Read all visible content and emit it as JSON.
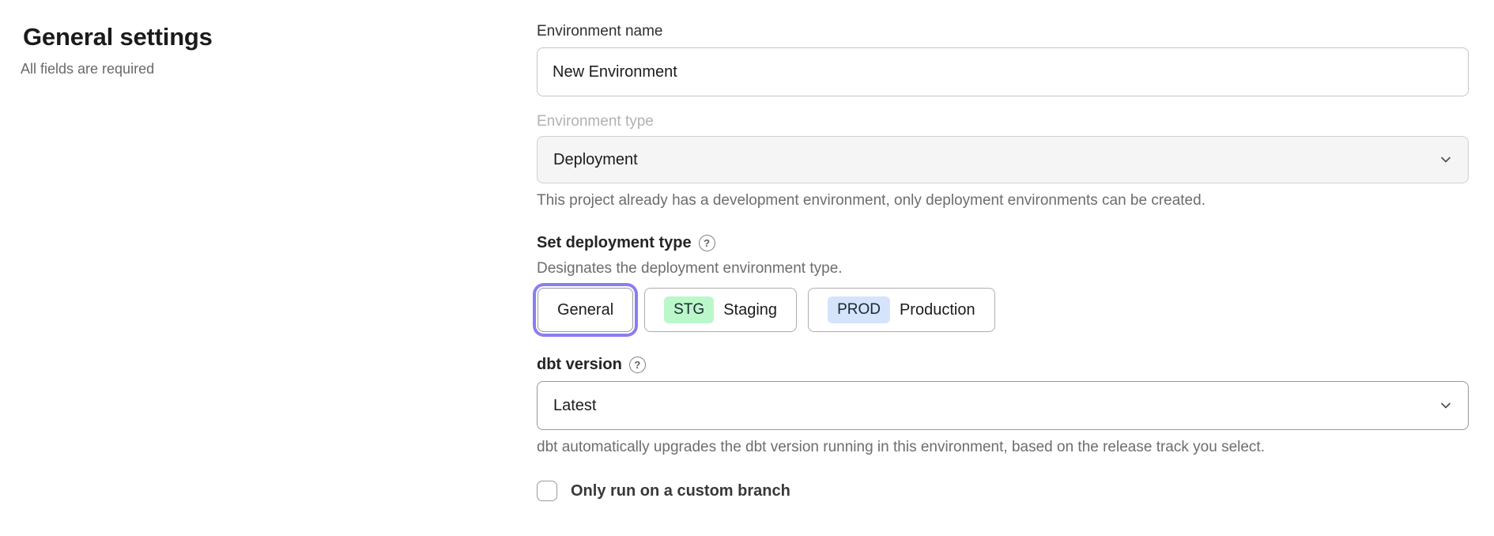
{
  "page": {
    "title": "General settings",
    "subtitle": "All fields are required"
  },
  "icons": {
    "help_glyph": "?"
  },
  "form": {
    "environment_name": {
      "label": "Environment name",
      "value": "New Environment"
    },
    "environment_type": {
      "label": "Environment type",
      "value": "Deployment",
      "disabled": true,
      "helper": "This project already has a development environment, only deployment environments can be created."
    },
    "deployment_type": {
      "label": "Set deployment type",
      "description": "Designates the deployment environment type.",
      "options": [
        {
          "label": "General",
          "selected": true
        },
        {
          "badge": "STG",
          "label": "Staging",
          "badge_color": "#baf7c9",
          "selected": false
        },
        {
          "badge": "PROD",
          "label": "Production",
          "badge_color": "#d5e4fb",
          "selected": false
        }
      ]
    },
    "dbt_version": {
      "label": "dbt version",
      "value": "Latest",
      "helper": "dbt automatically upgrades the dbt version running in this environment, based on the release track you select."
    },
    "custom_branch": {
      "label": "Only run on a custom branch",
      "checked": false
    }
  },
  "colors": {
    "accent": "#8a7ef0",
    "stg_badge": "#baf7c9",
    "prod_badge": "#d5e4fb",
    "disabled_field_bg": "#f5f5f5"
  }
}
